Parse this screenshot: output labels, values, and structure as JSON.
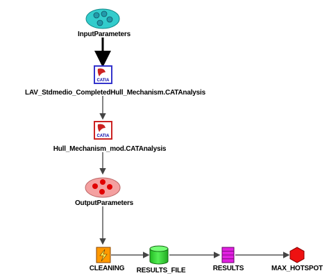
{
  "diagram": {
    "nodes": {
      "input_parameters": {
        "label": "InputParameters",
        "color": "#33cccc"
      },
      "lav_analysis": {
        "label": "LAV_Stdmedio_CompletedHull_Mechanism.CATAnalysis",
        "icon_text": "CATIA",
        "border": "#3333cc"
      },
      "hull_analysis": {
        "label": "Hull_Mechanism_mod.CATAnalysis",
        "icon_text": "CATIA",
        "border": "#cc2222"
      },
      "output_parameters": {
        "label": "OutputParameters",
        "color": "#f4a0a0",
        "dots": "#e00000"
      },
      "cleaning": {
        "label": "CLEANING",
        "color": "#ff9900"
      },
      "results_file": {
        "label": "RESULTS_FILE",
        "color": "#33dd33"
      },
      "results": {
        "label": "RESULTS",
        "color": "#e020e0"
      },
      "max_hotspot": {
        "label": "MAX_HOTSPOT",
        "color": "#ee1111"
      }
    },
    "edges": [
      {
        "from": "InputParameters",
        "to": "LAV_Stdmedio_CompletedHull_Mechanism.CATAnalysis"
      },
      {
        "from": "LAV_Stdmedio_CompletedHull_Mechanism.CATAnalysis",
        "to": "Hull_Mechanism_mod.CATAnalysis"
      },
      {
        "from": "Hull_Mechanism_mod.CATAnalysis",
        "to": "OutputParameters"
      },
      {
        "from": "OutputParameters",
        "to": "CLEANING"
      },
      {
        "from": "CLEANING",
        "to": "RESULTS_FILE"
      },
      {
        "from": "RESULTS_FILE",
        "to": "RESULTS"
      },
      {
        "from": "RESULTS",
        "to": "MAX_HOTSPOT"
      }
    ]
  }
}
